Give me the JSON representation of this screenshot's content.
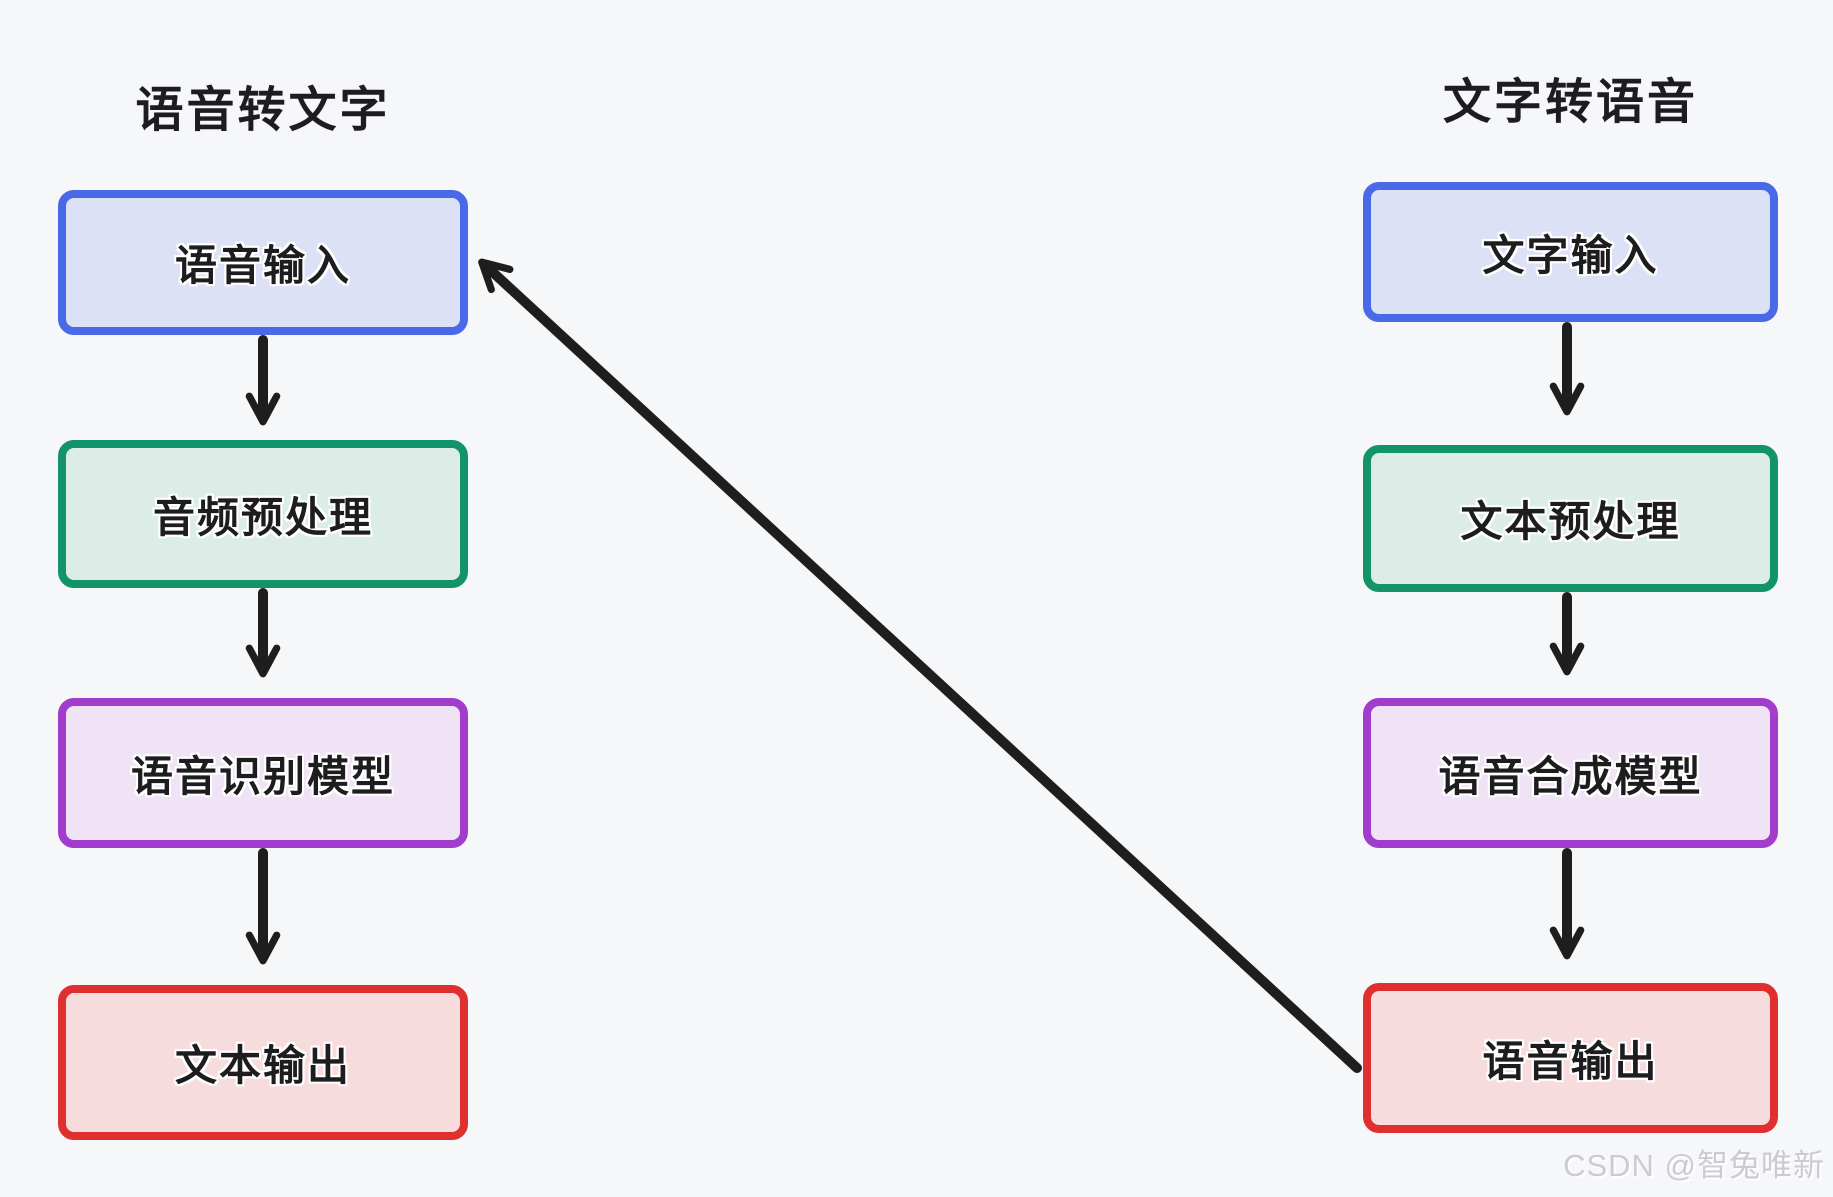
{
  "diagram": {
    "left_flow": {
      "title": "语音转文字",
      "nodes": [
        {
          "label": "语音输入",
          "color": "blue"
        },
        {
          "label": "音频预处理",
          "color": "green"
        },
        {
          "label": "语音识别模型",
          "color": "purple"
        },
        {
          "label": "文本输出",
          "color": "red"
        }
      ]
    },
    "right_flow": {
      "title": "文字转语音",
      "nodes": [
        {
          "label": "文字输入",
          "color": "blue"
        },
        {
          "label": "文本预处理",
          "color": "green"
        },
        {
          "label": "语音合成模型",
          "color": "purple"
        },
        {
          "label": "语音输出",
          "color": "red"
        }
      ]
    },
    "colors": {
      "background": "#f6f7f9",
      "blue_border": "#4a69e8",
      "blue_fill": "#dce1f6",
      "green_border": "#12936a",
      "green_fill": "#dcede7",
      "purple_border": "#a23ccc",
      "purple_fill": "#efe3f5",
      "red_border": "#df302f",
      "red_fill": "#f6dcdc",
      "arrow": "#1e1e1e"
    },
    "watermark": "CSDN @智兔唯新"
  }
}
